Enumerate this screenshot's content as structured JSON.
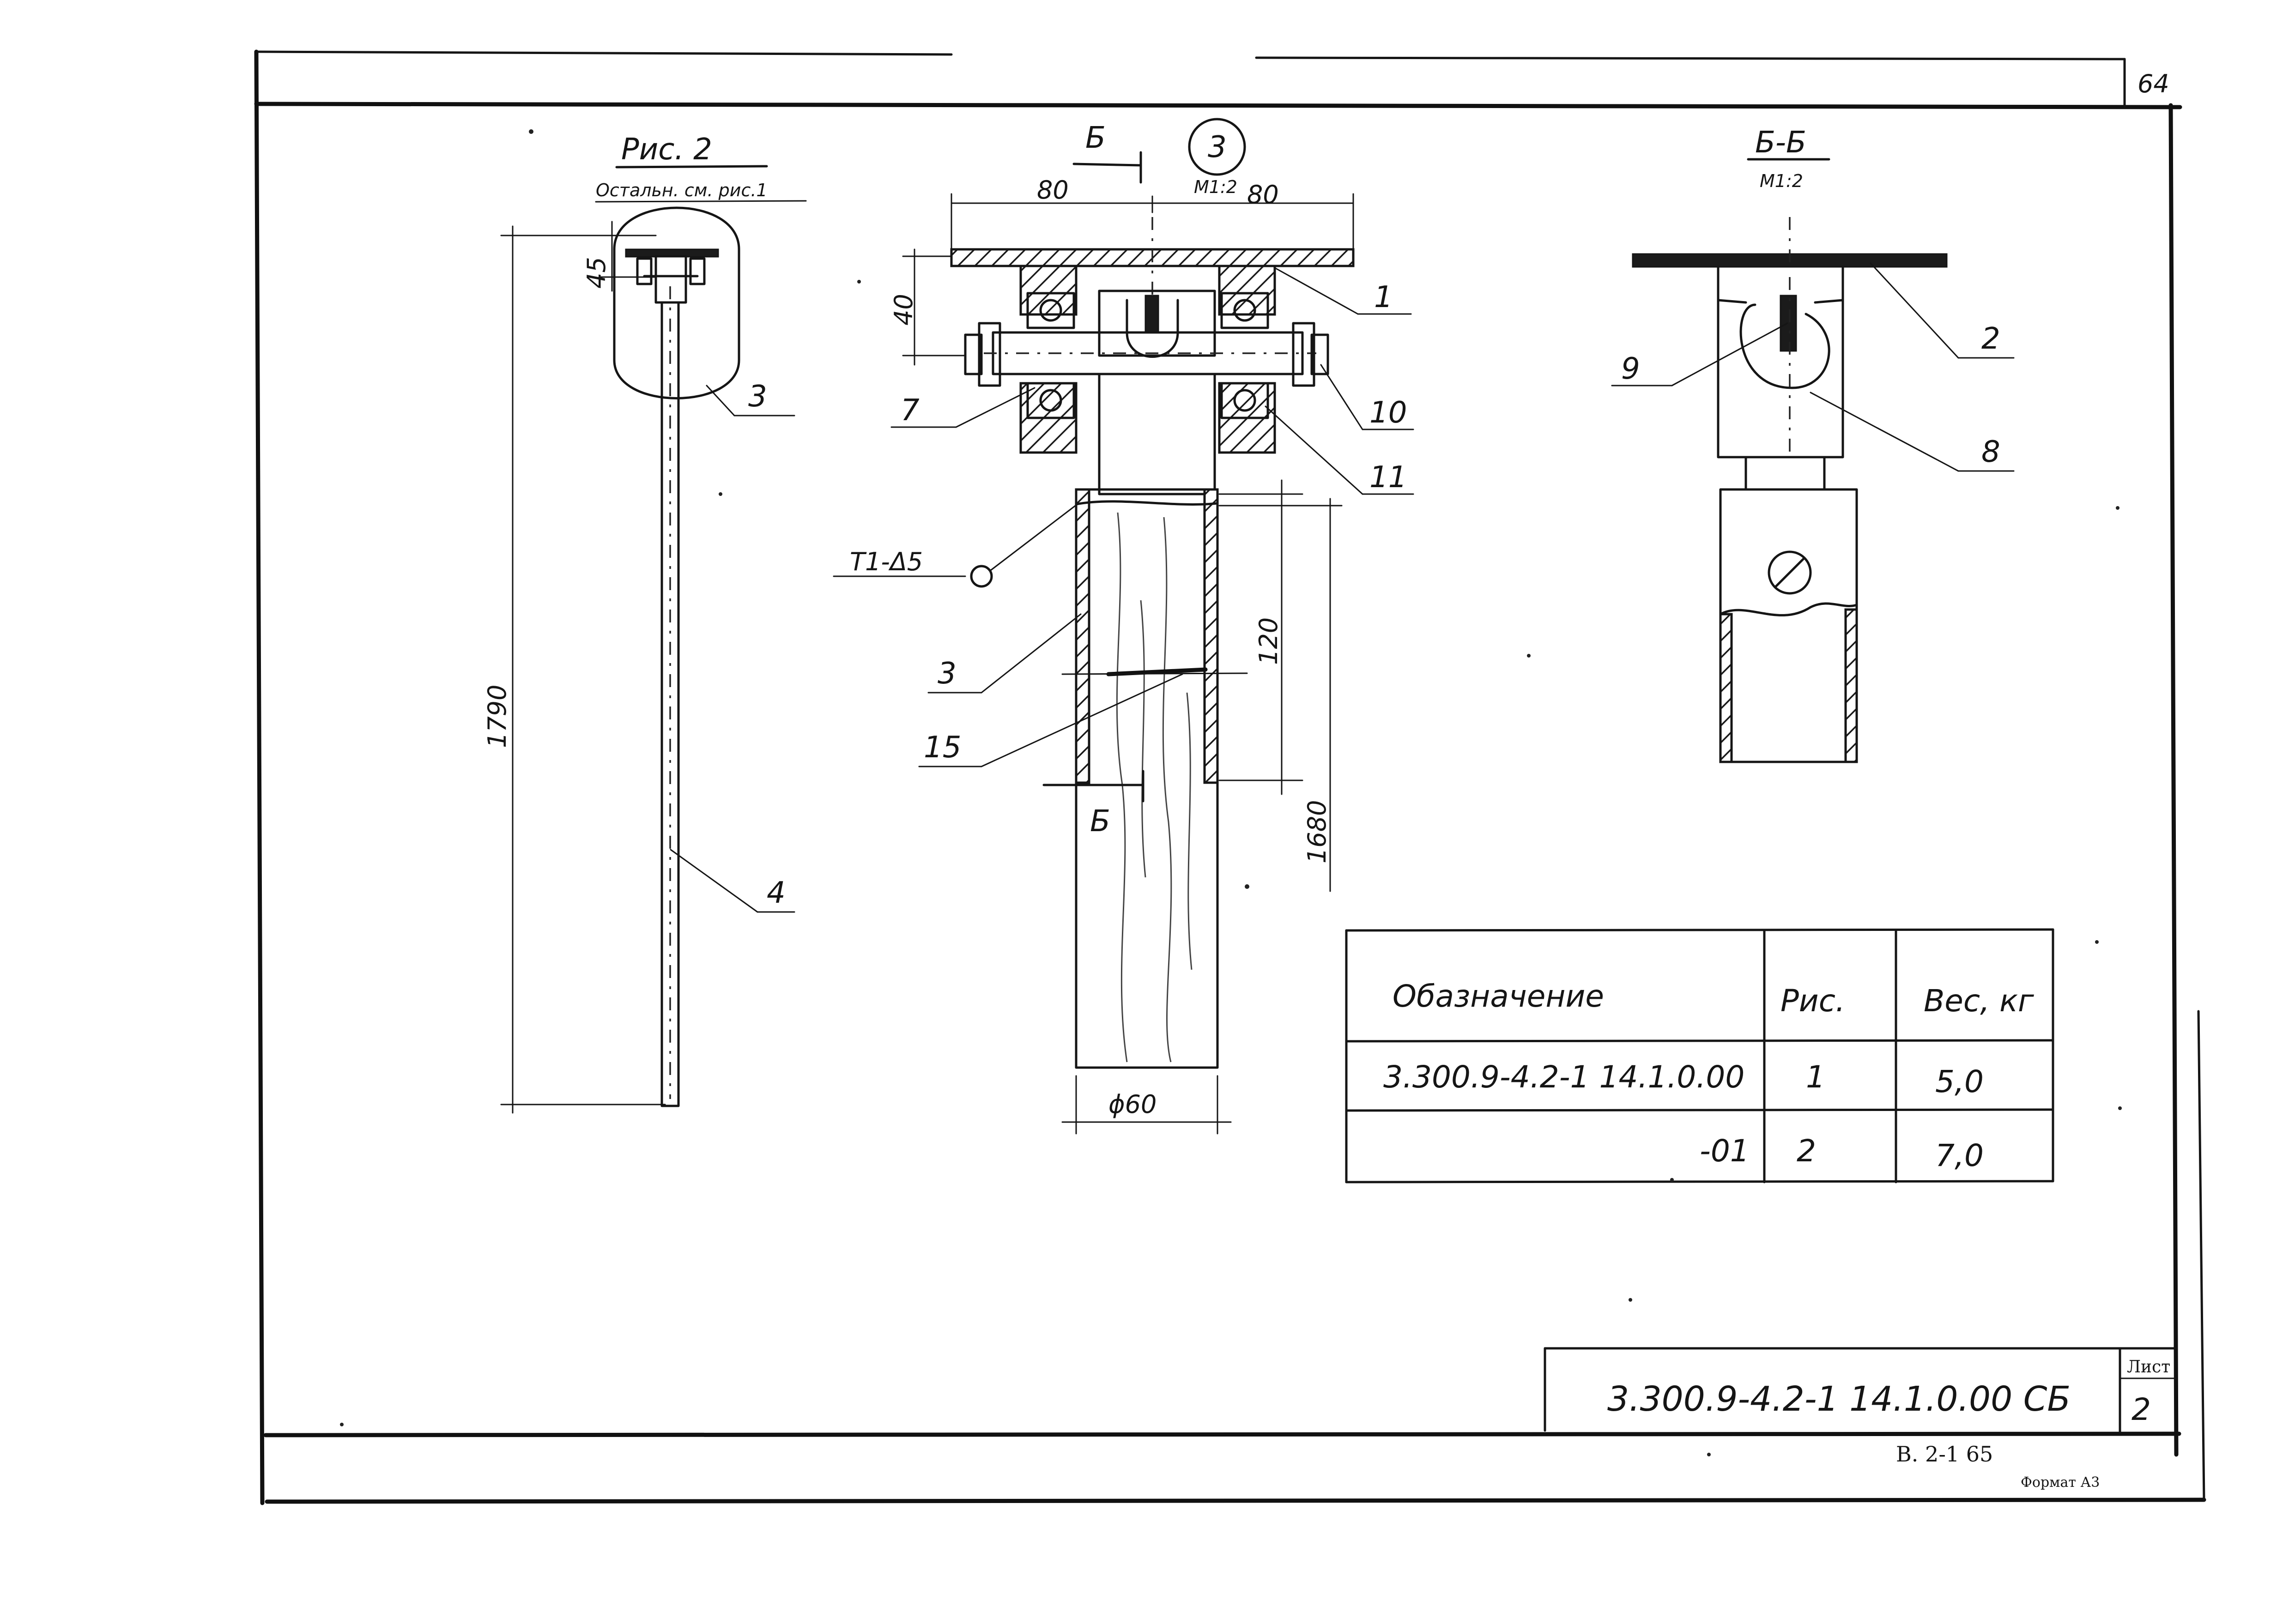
{
  "sheet_corner_number": "64",
  "fig2": {
    "title": "Рис. 2",
    "subtitle": "Остальн. см. рис.1",
    "dim_top": "45",
    "dim_total": "1790",
    "callout_detail": "3",
    "callout_rod": "4"
  },
  "main_view": {
    "detail_number": "3",
    "scale": "М1:2",
    "section_mark": "Б",
    "dim_left": "80",
    "dim_right": "80",
    "dim_bearing": "40",
    "dim_tube": "120",
    "dim_total": "1680",
    "dim_diameter": "ϕ60",
    "weld_symbol": "Т1-Δ5",
    "callouts": [
      "1",
      "7",
      "10",
      "11",
      "3",
      "15"
    ]
  },
  "section_view": {
    "title": "Б-Б",
    "scale": "М1:2",
    "callouts": [
      "9",
      "2",
      "8"
    ]
  },
  "table": {
    "headers": [
      "Обазначение",
      "Рис.",
      "Вес, кг"
    ],
    "rows": [
      [
        "3.300.9-4.2-1 14.1.0.00",
        "1",
        "5,0"
      ],
      [
        "-01",
        "2",
        "7,0"
      ]
    ]
  },
  "title_block": {
    "designation": "3.300.9-4.2-1 14.1.0.00 СБ",
    "sheet_label": "Лист",
    "sheet_number": "2"
  },
  "footer": {
    "series": "В. 2-1  65",
    "format": "Формат А3"
  }
}
